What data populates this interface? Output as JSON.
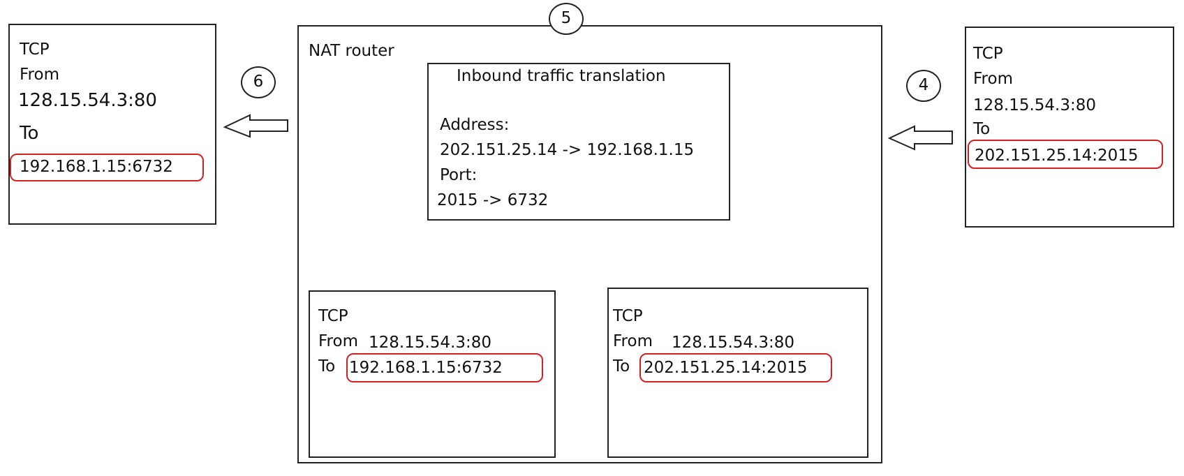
{
  "left_packet": {
    "protocol": "TCP",
    "from_label": "From",
    "from_value": "128.15.54.3:80",
    "to_label": "To",
    "to_value": "192.168.1.15:6732"
  },
  "right_packet": {
    "protocol": "TCP",
    "from_label": "From",
    "from_value": "128.15.54.3:80",
    "to_label": "To",
    "to_value": "202.151.25.14:2015"
  },
  "router": {
    "title": "NAT router",
    "translation": {
      "title": "Inbound traffic translation",
      "address_label": "Address:",
      "address_value": "202.151.25.14 -> 192.168.1.15",
      "port_label": "Port:",
      "port_value": "2015  -> 6732"
    },
    "outgoing_packet": {
      "protocol": "TCP",
      "from_label": "From",
      "from_value": "128.15.54.3:80",
      "to_label": "To",
      "to_value": "192.168.1.15:6732"
    },
    "incoming_packet": {
      "protocol": "TCP",
      "from_label": "From",
      "from_value": "128.15.54.3:80",
      "to_label": "To",
      "to_value": "202.151.25.14:2015"
    }
  },
  "steps": {
    "four": "4",
    "five": "5",
    "six": "6"
  },
  "colors": {
    "highlight": "#d42020",
    "stroke": "#222222"
  }
}
